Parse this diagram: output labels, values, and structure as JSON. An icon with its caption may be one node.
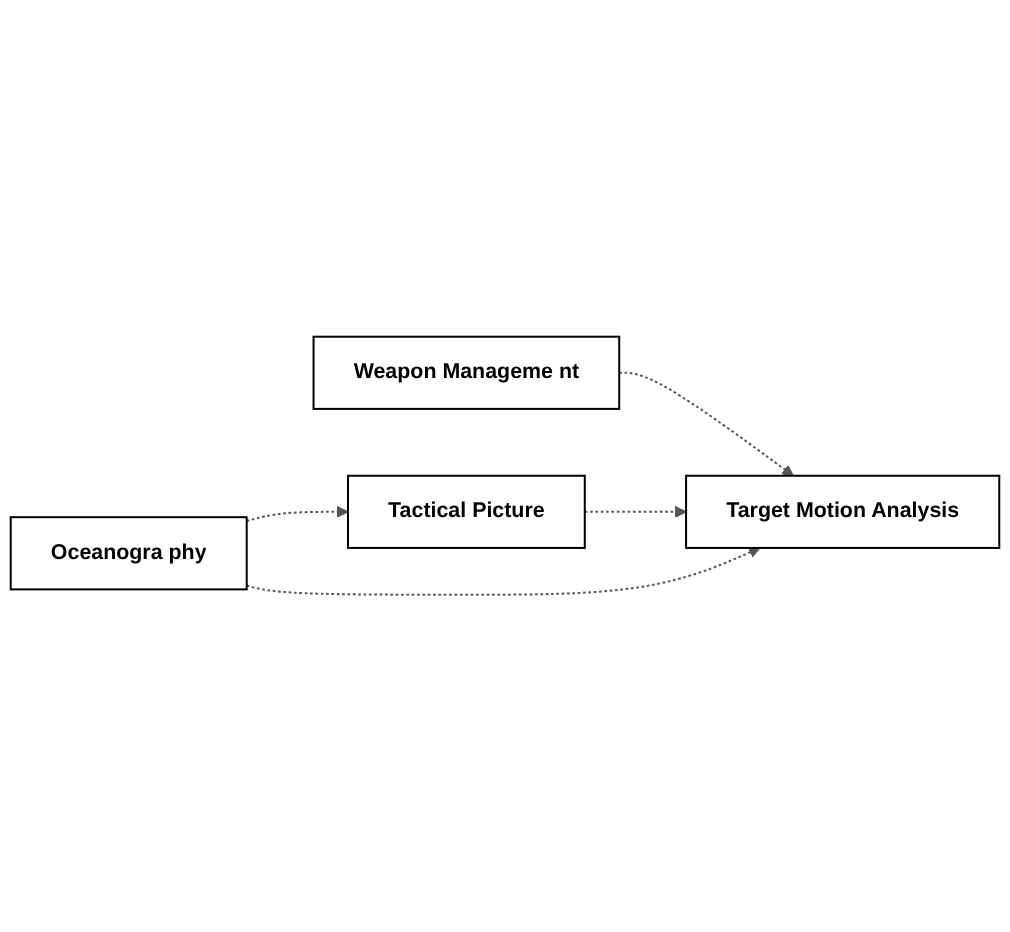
{
  "diagram": {
    "nodes": [
      {
        "text": [
          "Weapon Manageme nt"
        ]
      },
      {
        "text": [
          "Target Motion Analysis"
        ]
      },
      {
        "text": [
          "Tactical Picture"
        ]
      },
      {
        "text": [
          "Oceanogra phy"
        ]
      }
    ],
    "edges": [
      {
        "from": 0,
        "to": 1,
        "arrow": "to",
        "style": "dashed"
      },
      {
        "from": 2,
        "to": 1,
        "arrow": "to",
        "style": "dashed"
      },
      {
        "from": 3,
        "to": 1,
        "arrow": "to",
        "style": "dashed"
      },
      {
        "from": 3,
        "to": 2,
        "arrow": "to",
        "style": "dashed"
      }
    ]
  }
}
